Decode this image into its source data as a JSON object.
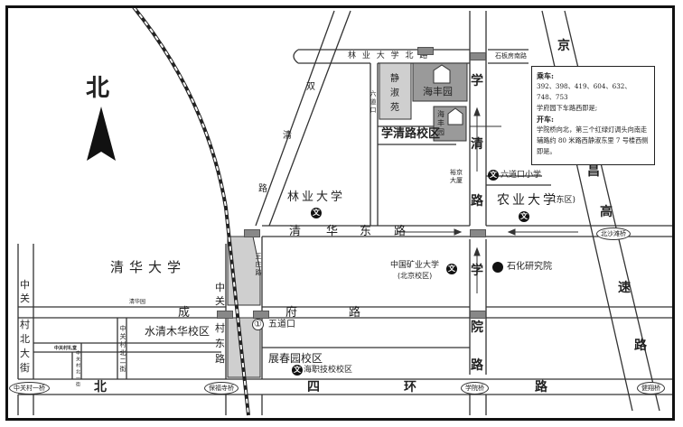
{
  "map": {
    "compass": {
      "label": "北",
      "icon": "north-arrow-icon"
    },
    "roads": {
      "linye_daxue_bei_lu": "林 业 大 学 北 路",
      "shiban_fang_nan_lu": "石板房南路",
      "shuangqing_lu": [
        "双",
        "清",
        "路"
      ],
      "liudaokou": "六道口",
      "xueqing_lu": [
        "学",
        "清",
        "路"
      ],
      "jingchang_gaosu_lu": [
        "京",
        "昌",
        "高",
        "速",
        "路"
      ],
      "qinghua_dong_lu": [
        "清",
        "华",
        "东",
        "路"
      ],
      "chengfu_lu": [
        "成",
        "府",
        "路"
      ],
      "zhongguancun_bei_dajie": [
        "中",
        "关",
        "村",
        "北",
        "大",
        "街"
      ],
      "zhongguancun_dong_lu": [
        "中",
        "关",
        "村",
        "东",
        "路"
      ],
      "xueyuan_lu": [
        "学",
        "院",
        "路"
      ],
      "wangzhuang_lu": "王庄路",
      "zhongguancun_bei_erjie": "中关村北二街",
      "zhongguancun_bei_yijie": "中关村北一街",
      "bei_si_huan_lu": [
        "北",
        "四",
        "环",
        "路"
      ]
    },
    "bridges": {
      "zhongguancun_yiqiao": "中关村一桥",
      "baofusi_qiao": "保福寺桥",
      "xueyuan_qiao": "学院桥",
      "jianxiang_qiao": "健翔桥",
      "beisha_tanqiao": "北沙滩桥"
    },
    "places": {
      "jingshuyuan": [
        "静",
        "淑",
        "苑"
      ],
      "haifengyuan": "海丰园",
      "haifengyuan_small": [
        "海",
        "丰",
        "园"
      ],
      "xueqinglu_campus": "学清路校区",
      "yujing_dasha": [
        "裕京",
        "大厦"
      ],
      "liudaokou_primary": "六道口小学",
      "linye_daxue": "林业大学",
      "nongye_daxue": "农业大学",
      "nongye_east": "(东区)",
      "qinghua_daxue": "清华大学",
      "kuangye_daxue": "中国矿业大学",
      "kuangye_campus": "(北京校区)",
      "shihua_yanjiuyuan": "石化研究院",
      "wudaokou": "五道口",
      "qinghuayuan": "清华园",
      "shuiqing_muhua": "水清木华校区",
      "zhongguancun_litang": "中关村礼堂",
      "zhanchunyuan": "展春园校区",
      "haidian_jixiao": "海职技校校区"
    },
    "info": {
      "bus_title": "乘车:",
      "bus_lines": "392、398、419、604、632、748、753",
      "bus_desc": "学府园下车路西即是;",
      "drive_title": "开车:",
      "drive_desc": "学院桥向北，第三个红绿灯调头向南走辅路约 80 米路西静淑东里 7 号楼西侧即是。"
    },
    "symbols": {
      "wen": "文",
      "metro": "①"
    },
    "colors": {
      "block_gray": "#cfcfcf",
      "block_dark": "#9a9a9a",
      "road_line": "#333333"
    }
  }
}
